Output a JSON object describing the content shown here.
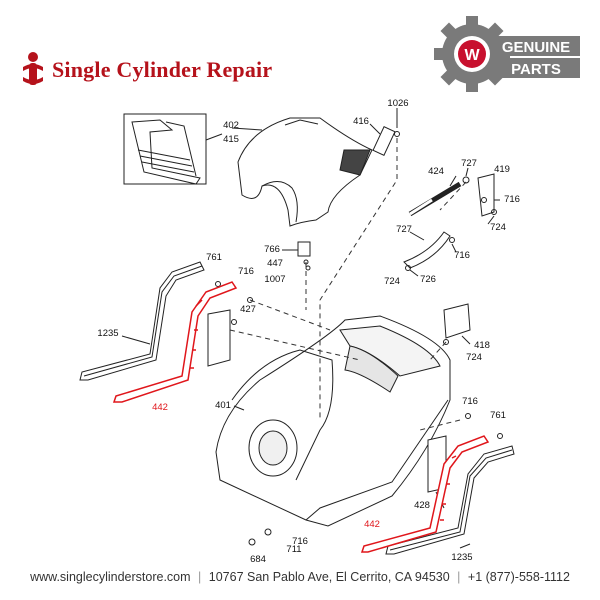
{
  "brand": {
    "title": "Single Cylinder Repair",
    "logo_icon": "single-cylinder-logo-icon",
    "accent": "#b5121b"
  },
  "badge": {
    "line1": "GENUINE",
    "line2": "PARTS",
    "monogram": "W",
    "icon": "gear-icon",
    "gear_color": "#7a7a7a",
    "accent": "#c8102e"
  },
  "footer": {
    "website": "www.singlecylinderstore.com",
    "address": "10767 San Pablo Ave, El Cerrito, CA 94530",
    "phone": "+1 (877)-558-1112",
    "separator": "|"
  },
  "diagram": {
    "highlight_color": "#e0161b",
    "part_labels": [
      {
        "id": "1026",
        "text": "1026"
      },
      {
        "id": "402",
        "text": "402"
      },
      {
        "id": "415",
        "text": "415"
      },
      {
        "id": "416",
        "text": "416"
      },
      {
        "id": "727a",
        "text": "727"
      },
      {
        "id": "419",
        "text": "419"
      },
      {
        "id": "424",
        "text": "424"
      },
      {
        "id": "716a",
        "text": "716"
      },
      {
        "id": "724a",
        "text": "724"
      },
      {
        "id": "727b",
        "text": "727"
      },
      {
        "id": "766",
        "text": "766"
      },
      {
        "id": "447",
        "text": "447"
      },
      {
        "id": "1007",
        "text": "1007"
      },
      {
        "id": "716b",
        "text": "716"
      },
      {
        "id": "724b",
        "text": "724"
      },
      {
        "id": "726",
        "text": "726"
      },
      {
        "id": "761a",
        "text": "761"
      },
      {
        "id": "716c",
        "text": "716"
      },
      {
        "id": "427",
        "text": "427"
      },
      {
        "id": "418",
        "text": "418"
      },
      {
        "id": "1235a",
        "text": "1235"
      },
      {
        "id": "724c",
        "text": "724"
      },
      {
        "id": "442a",
        "text": "442"
      },
      {
        "id": "401",
        "text": "401"
      },
      {
        "id": "716d",
        "text": "716"
      },
      {
        "id": "761b",
        "text": "761"
      },
      {
        "id": "428",
        "text": "428"
      },
      {
        "id": "442b",
        "text": "442"
      },
      {
        "id": "716e",
        "text": "716"
      },
      {
        "id": "684",
        "text": "684"
      },
      {
        "id": "711",
        "text": "711"
      },
      {
        "id": "1235b",
        "text": "1235"
      }
    ]
  }
}
